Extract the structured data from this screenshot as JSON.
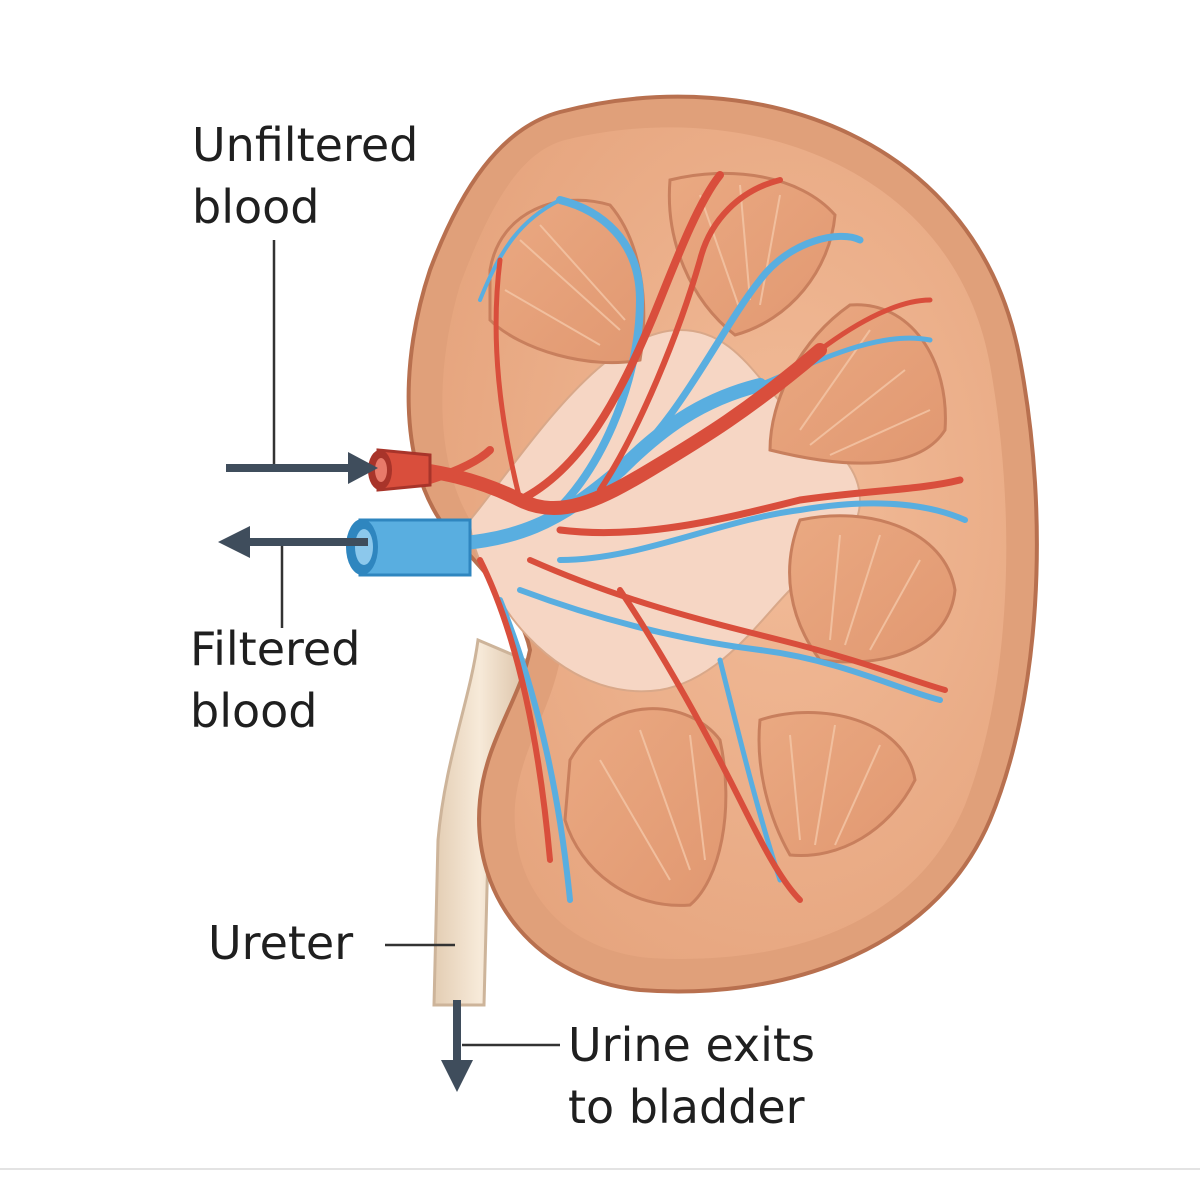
{
  "labels": {
    "unfiltered_blood": {
      "line1": "Unfiltered",
      "line2": "blood"
    },
    "filtered_blood": {
      "line1": "Filtered",
      "line2": "blood"
    },
    "ureter": "Ureter",
    "urine_exits": {
      "line1": "Urine exits",
      "line2": "to bladder"
    }
  },
  "colors": {
    "kidney_outer": "#e3a47e",
    "kidney_edge": "#b8704f",
    "cortex": "#efb48f",
    "pyramid": "#e8a27d",
    "pyramid_stripe": "#f3c3a2",
    "pelvis": "#f6d6c4",
    "artery": "#d94e3c",
    "artery_dark": "#a8342a",
    "vein": "#59aee0",
    "vein_dark": "#2f86bf",
    "ureter": "#f0dec9",
    "ureter_edge": "#cdb49a",
    "arrow": "#3f4d5c",
    "leader_line": "#333333",
    "divider": "#e3e3e3"
  },
  "icons": {
    "inflow_arrow": "arrow-right-icon",
    "outflow_arrow": "arrow-left-icon",
    "urine_arrow": "arrow-down-icon"
  }
}
